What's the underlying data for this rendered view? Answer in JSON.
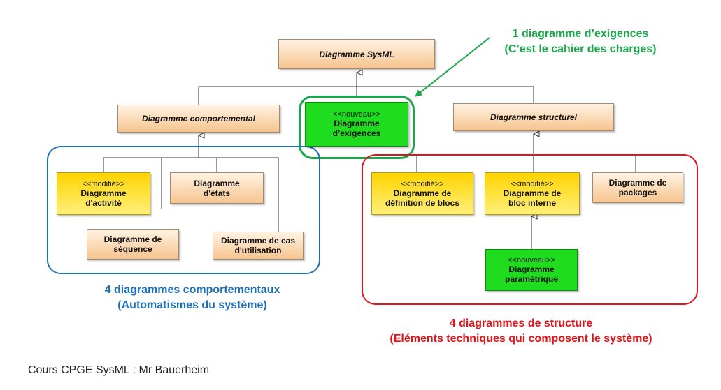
{
  "diagram": {
    "root": {
      "name": "Diagramme SysML"
    },
    "behavioral": {
      "name": "Diagramme comportemental"
    },
    "structural": {
      "name": "Diagramme structurel"
    },
    "requirements": {
      "stereotype": "<<nouveau>>",
      "name": "Diagramme d’exigences"
    },
    "activity": {
      "stereotype": "<<modifié>>",
      "name": "Diagramme d'activité"
    },
    "state": {
      "name": "Diagramme d'états"
    },
    "sequence": {
      "name": "Diagramme de séquence"
    },
    "usecase": {
      "name": "Diagramme de cas d'utilisation"
    },
    "bdd": {
      "stereotype": "<<modifié>>",
      "name": "Diagramme de définition de blocs"
    },
    "ibd": {
      "stereotype": "<<modifié>>",
      "name": "Diagramme de bloc interne"
    },
    "package": {
      "name": "Diagramme de packages"
    },
    "parametric": {
      "stereotype": "<<nouveau>>",
      "name": "Diagramme paramétrique"
    }
  },
  "annotations": {
    "requirements": {
      "line1": "1 diagramme d’exigences",
      "line2": "(C’est le cahier des charges)",
      "color": "#1aa64a"
    },
    "behavioral": {
      "line1": "4 diagrammes comportementaux",
      "line2": "(Automatismes du système)",
      "color": "#1f6fb5"
    },
    "structural": {
      "line1": "4 diagrammes de structure",
      "line2": "(Eléments techniques qui composent le système)",
      "color": "#e0161b"
    }
  },
  "footer": "Cours CPGE SysML : Mr Bauerheim"
}
